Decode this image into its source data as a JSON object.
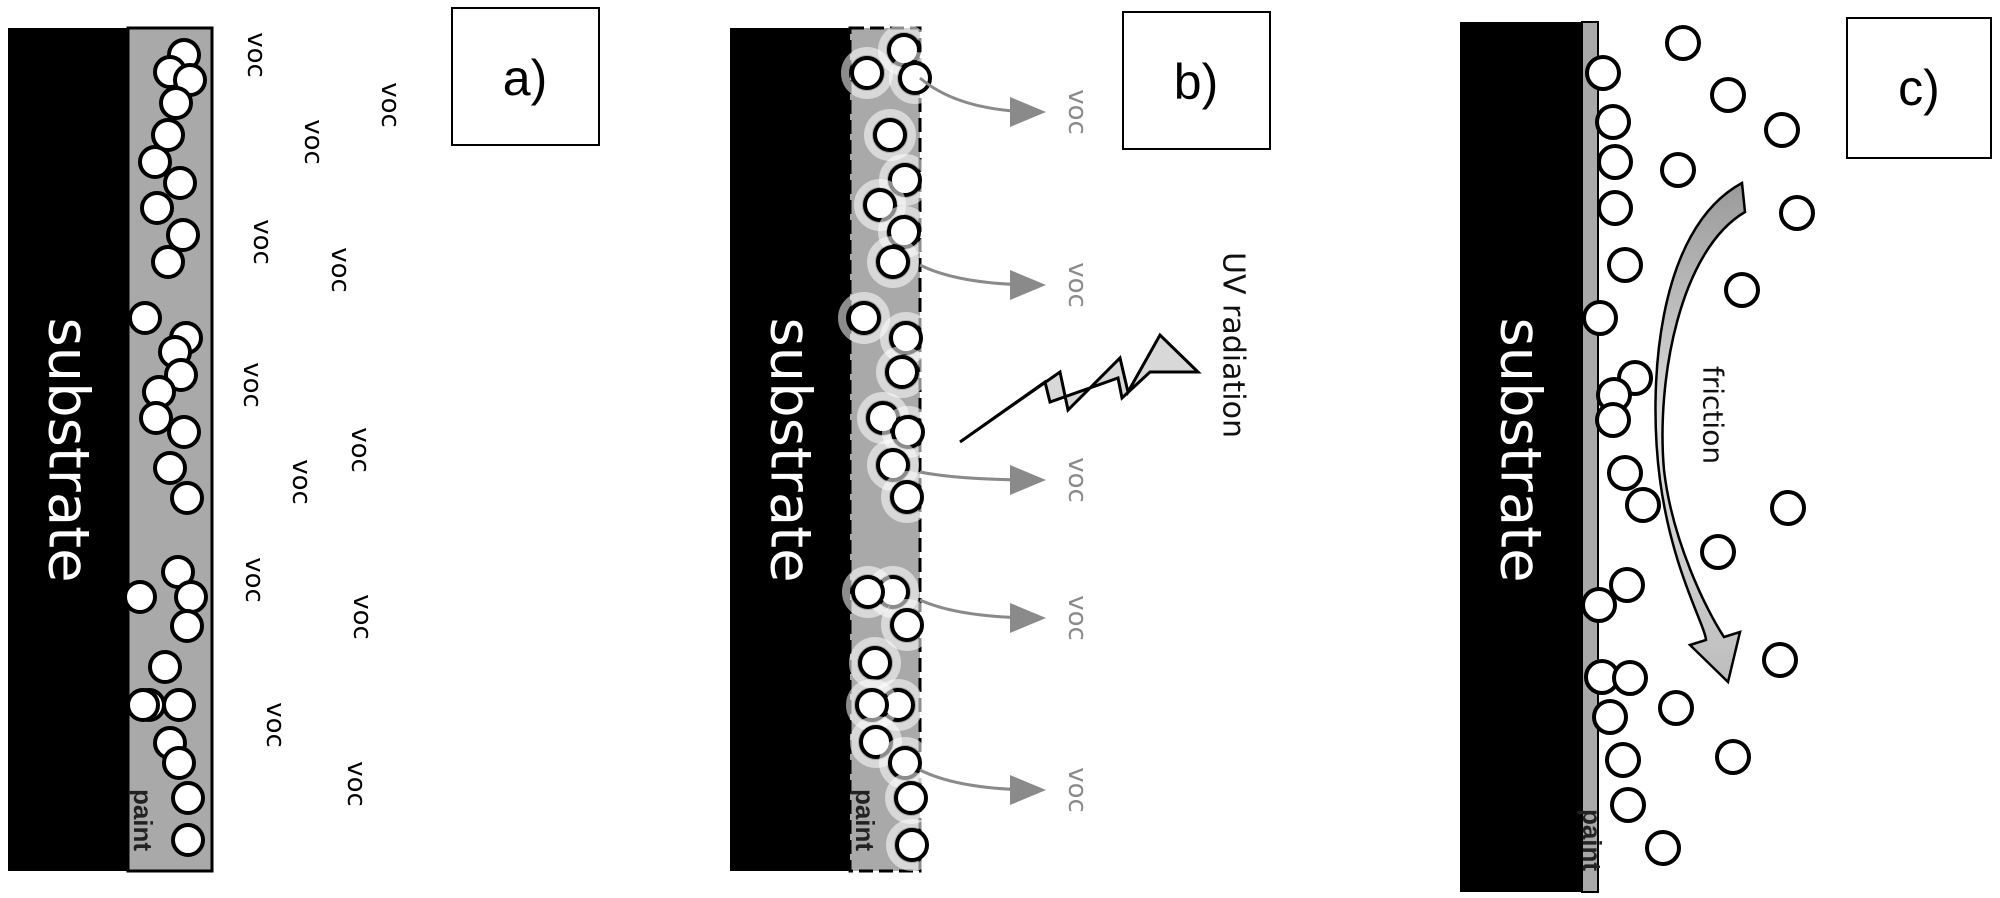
{
  "panels": [
    {
      "id": "a",
      "label": "a)",
      "substrate": "substrate",
      "paint": "paint",
      "voc": [
        "voc",
        "voc",
        "voc",
        "voc",
        "voc",
        "voc",
        "voc",
        "voc",
        "voc",
        "voc",
        "voc",
        "voc"
      ]
    },
    {
      "id": "b",
      "label": "b)",
      "substrate": "substrate",
      "paint": "paint",
      "uv": "UV radiation",
      "voc": [
        "voc",
        "voc",
        "voc",
        "voc",
        "voc"
      ]
    },
    {
      "id": "c",
      "label": "c)",
      "substrate": "substrate",
      "paint": "paint",
      "friction": "friction"
    }
  ],
  "colors": {
    "substrate": "#000000",
    "paint": "#a9a9a9",
    "particle_fill": "#ffffff",
    "particle_stroke": "#000000",
    "voc_emitted": "#8a8a8a",
    "arrow_fill": "#c8c8c8"
  }
}
